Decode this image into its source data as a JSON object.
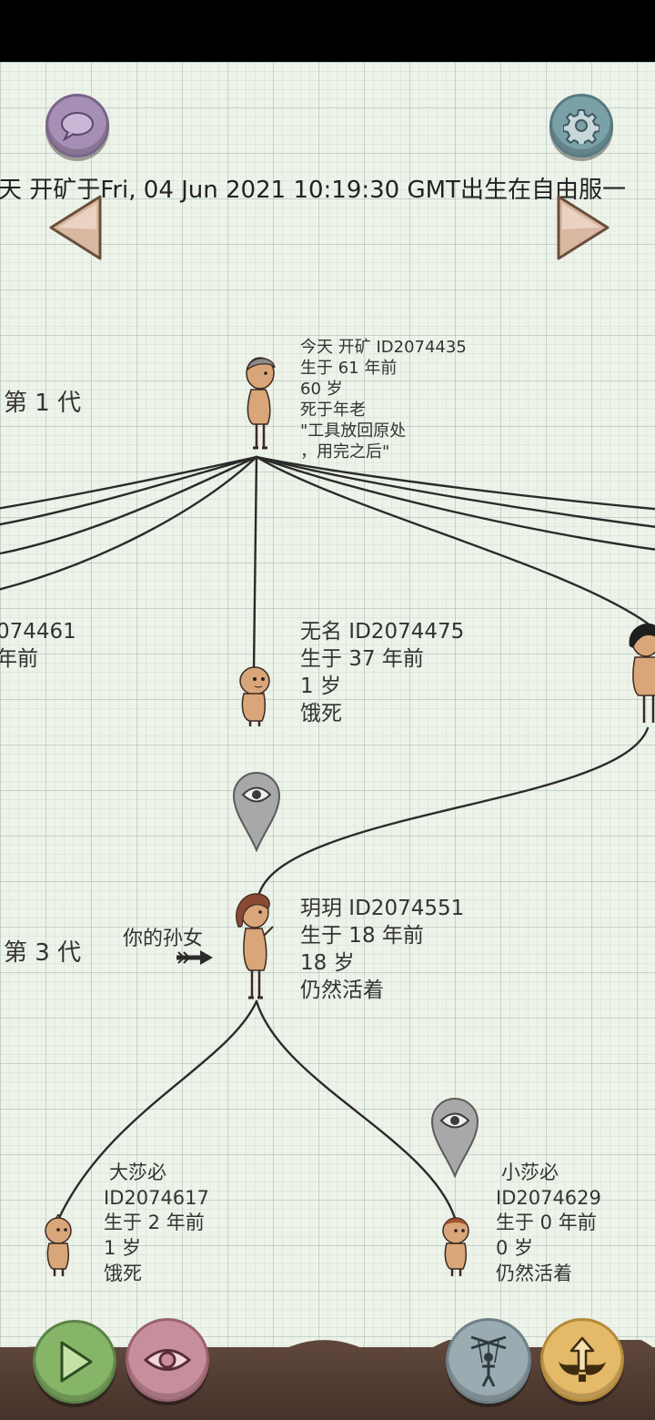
{
  "colors": {
    "paper": "#eef3e9",
    "chat_button": "#a58fb4",
    "settings_button": "#7ba1a8",
    "play_button": "#86b568",
    "eye_button": "#c78e9b",
    "puppet_button": "#9aabb1",
    "wing_button": "#e4b967"
  },
  "headline": "天 开矿于Fri, 04 Jun 2021 10:19:30 GMT出生在自由服一",
  "generations": {
    "gen1": "第 1 代",
    "gen3": "第 3 代"
  },
  "people": {
    "root": {
      "lines": [
        "今天 开矿 ID2074435",
        "生于 61 年前",
        "60 岁",
        "死于年老",
        "\"工具放回原处",
        "，用完之后\""
      ]
    },
    "left_partial": {
      "lines": [
        "074461",
        "年前"
      ]
    },
    "child_middle": {
      "lines": [
        "无名 ID2074475",
        "生于 37 年前",
        "1 岁",
        "饿死"
      ]
    },
    "granddaughter": {
      "lines": [
        "玥玥 ID2074551",
        "生于 18 年前",
        "18 岁",
        "仍然活着"
      ],
      "relation_label": "你的孙女"
    },
    "great_left": {
      "lines": [
        "大莎必",
        "ID2074617",
        "生于 2 年前",
        "1 岁",
        "饿死"
      ]
    },
    "great_right": {
      "lines": [
        "小莎必",
        "ID2074629",
        "生于 0 年前",
        "0 岁",
        "仍然活着"
      ]
    }
  },
  "icons": {
    "chat": "chat-bubble-icon",
    "settings": "gear-icon",
    "prev": "arrow-left-icon",
    "next": "arrow-right-icon",
    "view_pin": "eye-pin-icon",
    "play": "play-icon",
    "eye": "eye-icon",
    "puppet": "puppet-icon",
    "wing": "winged-arrow-icon"
  }
}
